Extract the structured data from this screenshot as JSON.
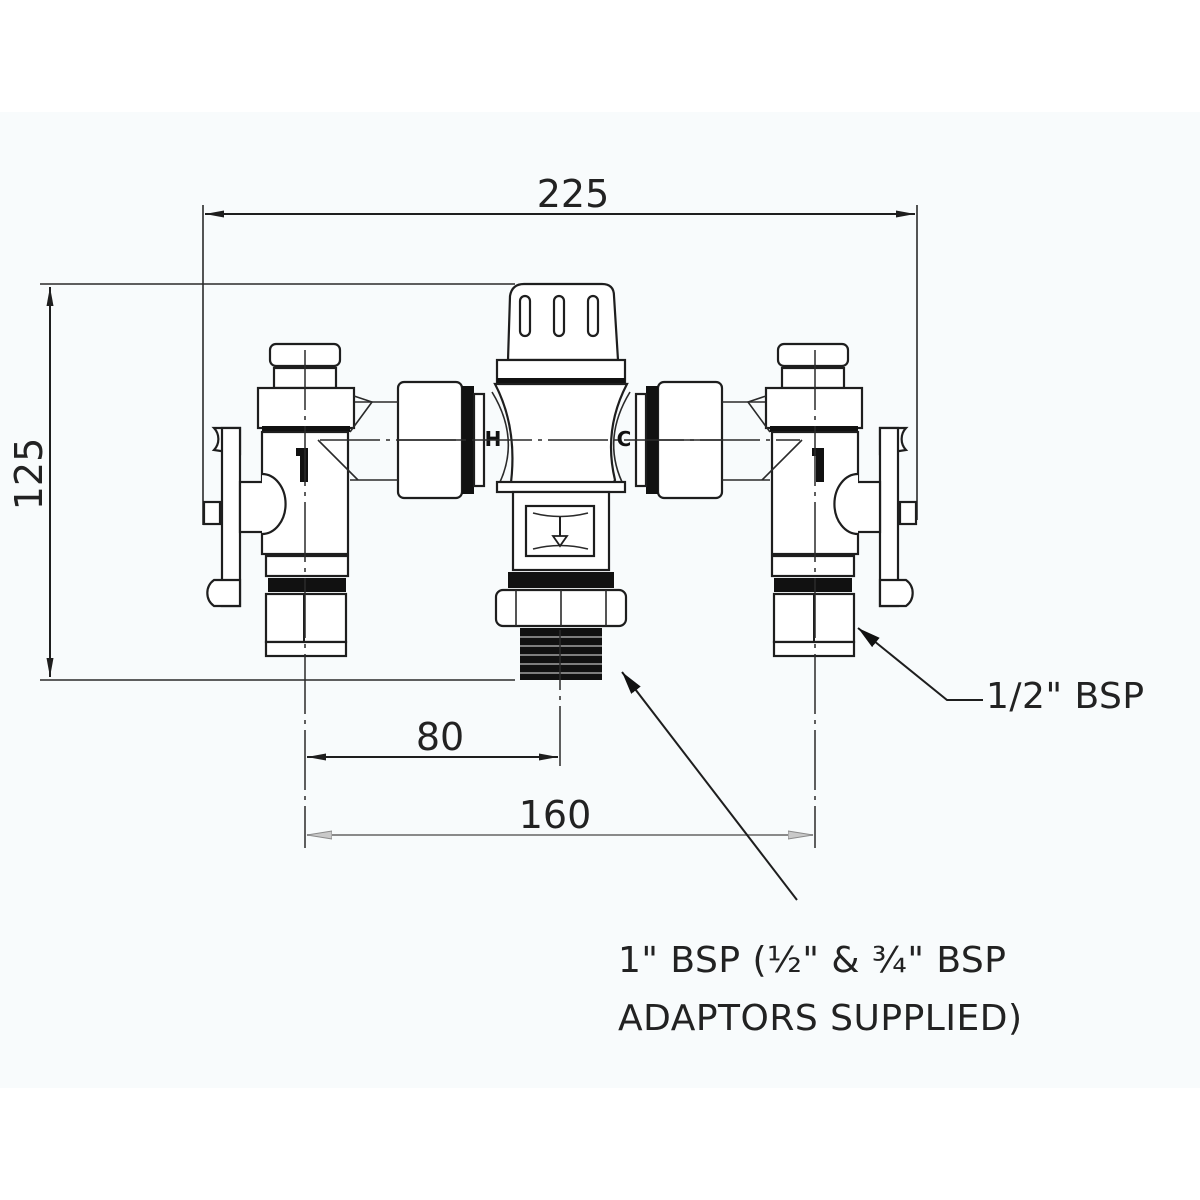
{
  "diagram": {
    "subject": "thermostatic mixing valve with isolating valves",
    "colors": {
      "line": "#1e1e1e",
      "background": "#f8fbfc",
      "page": "#ffffff",
      "secondary_dimension": "#8a8a8a"
    },
    "dimensions": {
      "overall_width": "225",
      "overall_height": "125",
      "outlet_offset": "80",
      "inlet_centres": "160"
    },
    "inlet_labels": {
      "hot": "H",
      "cold": "C"
    },
    "callouts": {
      "inlet_connection": "1/2\" BSP",
      "outlet_connection_line1": "1\" BSP (½\" & ¾\" BSP",
      "outlet_connection_line2": "ADAPTORS SUPPLIED)"
    }
  }
}
